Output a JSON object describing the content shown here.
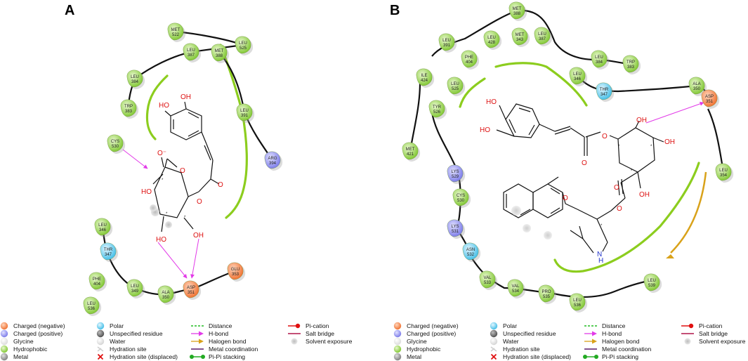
{
  "panels": [
    {
      "label": "A",
      "residues": [
        {
          "name": "MET",
          "num": "522",
          "type": "hydrophobic"
        },
        {
          "name": "LEU",
          "num": "525",
          "type": "hydrophobic"
        },
        {
          "name": "LEU",
          "num": "387",
          "type": "hydrophobic"
        },
        {
          "name": "MET",
          "num": "388",
          "type": "hydrophobic"
        },
        {
          "name": "LEU",
          "num": "384",
          "type": "hydrophobic"
        },
        {
          "name": "TRP",
          "num": "383",
          "type": "hydrophobic"
        },
        {
          "name": "LEU",
          "num": "391",
          "type": "hydrophobic"
        },
        {
          "name": "CYS",
          "num": "530",
          "type": "hydrophobic"
        },
        {
          "name": "ARG",
          "num": "394",
          "type": "positive"
        },
        {
          "name": "LEU",
          "num": "346",
          "type": "hydrophobic"
        },
        {
          "name": "THR",
          "num": "347",
          "type": "polar"
        },
        {
          "name": "PHE",
          "num": "404",
          "type": "hydrophobic"
        },
        {
          "name": "LEU",
          "num": "349",
          "type": "hydrophobic"
        },
        {
          "name": "ALA",
          "num": "350",
          "type": "hydrophobic"
        },
        {
          "name": "ASP",
          "num": "351",
          "type": "negative"
        },
        {
          "name": "GLU",
          "num": "353",
          "type": "negative"
        },
        {
          "name": "LEU",
          "num": "536",
          "type": "hydrophobic"
        }
      ],
      "atoms": [
        "HO",
        "OH",
        "O",
        "O⁻",
        "HO",
        "O",
        "O",
        "HO",
        "OH"
      ]
    },
    {
      "label": "B",
      "residues": [
        {
          "name": "MET",
          "num": "388",
          "type": "hydrophobic"
        },
        {
          "name": "LEU",
          "num": "387",
          "type": "hydrophobic"
        },
        {
          "name": "LEU",
          "num": "391",
          "type": "hydrophobic"
        },
        {
          "name": "LEU",
          "num": "428",
          "type": "hydrophobic"
        },
        {
          "name": "MET",
          "num": "343",
          "type": "hydrophobic"
        },
        {
          "name": "PHE",
          "num": "404",
          "type": "hydrophobic"
        },
        {
          "name": "LEU",
          "num": "384",
          "type": "hydrophobic"
        },
        {
          "name": "TRP",
          "num": "383",
          "type": "hydrophobic"
        },
        {
          "name": "ILE",
          "num": "424",
          "type": "hydrophobic"
        },
        {
          "name": "LEU",
          "num": "525",
          "type": "hydrophobic"
        },
        {
          "name": "LEU",
          "num": "346",
          "type": "hydrophobic"
        },
        {
          "name": "THR",
          "num": "347",
          "type": "polar"
        },
        {
          "name": "ALA",
          "num": "350",
          "type": "hydrophobic"
        },
        {
          "name": "TYR",
          "num": "526",
          "type": "hydrophobic"
        },
        {
          "name": "ASP",
          "num": "351",
          "type": "negative"
        },
        {
          "name": "MET",
          "num": "421",
          "type": "hydrophobic"
        },
        {
          "name": "LYS",
          "num": "529",
          "type": "positive"
        },
        {
          "name": "LEU",
          "num": "354",
          "type": "hydrophobic"
        },
        {
          "name": "CYS",
          "num": "530",
          "type": "hydrophobic"
        },
        {
          "name": "LYS",
          "num": "531",
          "type": "positive"
        },
        {
          "name": "ASN",
          "num": "532",
          "type": "polar"
        },
        {
          "name": "VAL",
          "num": "533",
          "type": "hydrophobic"
        },
        {
          "name": "VAL",
          "num": "534",
          "type": "hydrophobic"
        },
        {
          "name": "PRO",
          "num": "535",
          "type": "hydrophobic"
        },
        {
          "name": "LEU",
          "num": "536",
          "type": "hydrophobic"
        },
        {
          "name": "LEU",
          "num": "539",
          "type": "hydrophobic"
        }
      ],
      "atoms": [
        "HO",
        "HO",
        "O",
        "O",
        "OH",
        "OH",
        "OH",
        "O",
        "O",
        "O",
        "N",
        "H"
      ]
    }
  ],
  "legend": {
    "col1": [
      "Charged (negative)",
      "Charged (positive)",
      "Glycine",
      "Hydrophobic",
      "Metal"
    ],
    "col2": [
      "Polar",
      "Unspecified residue",
      "Water",
      "Hydration site",
      "Hydration site (displaced)"
    ],
    "col3": [
      "Distance",
      "H-bond",
      "Halogen bond",
      "Metal coordination",
      "Pi-Pi stacking"
    ],
    "col4": [
      "Pi-cation",
      "Salt bridge",
      "Solvent exposure"
    ]
  },
  "colors": {
    "negative": "#f4874b",
    "positive": "#8e8ef0",
    "glycine": "#f2f2f2",
    "hydrophobic": "#8fd13f",
    "metal": "#9a9a9a",
    "polar": "#59cbef",
    "unspecified": "#6a6a6a",
    "water": "#e6e6e6",
    "pocket": "#8ccd1e",
    "hbond": "#e23ae8",
    "distance": "#22bb22",
    "halogen": "#d9a21a",
    "metal_coord": "#5a1a6a",
    "pipi": "#22aa22",
    "pication": "#e01010",
    "saltbridge": "#b0174a"
  },
  "icons": [
    "pi-cation-icon",
    "salt-bridge-icon",
    "solvent-exposure-icon",
    "hydration-site-displaced-icon"
  ]
}
